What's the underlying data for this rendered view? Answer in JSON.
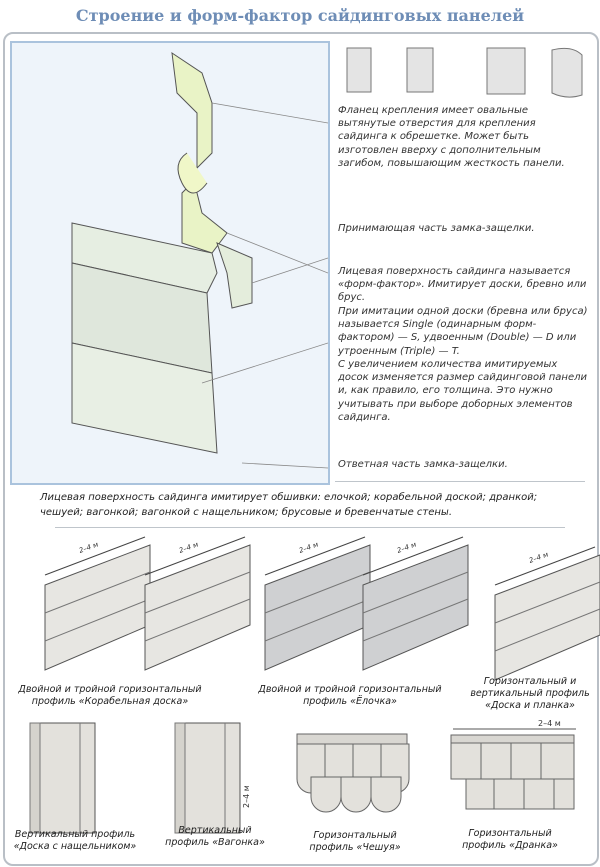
{
  "title": "Строение и форм-фактор сайдинговых панелей",
  "notes": [
    "Фланец крепления имеет овальные вытянутые отверстия для крепления сайдинга к обрешетке. Может быть изготовлен вверху с дополнительным загибом, повышающим жесткость панели.",
    "Принимающая часть замка-защелки.",
    "Лицевая поверхность сайдинга называется «форм-фактор». Имитирует доски, бревно или брус.",
    "При имитации одной доски (бревна или бруса) называется Single (одинарным форм-фактором) — S, удвоенным (Double) — D или утроенным (Triple) — T.",
    "С увеличением количества имитируемых досок изменяется размер сайдинговой панели и, как правило, его толщина. Это нужно учитывать при выборе доборных элементов сайдинга.",
    "Ответная часть замка-защелки."
  ],
  "caption": "Лицевая поверхность сайдинга имитирует обшивки: елочкой; корабельной доской; дранкой; чешуей; вагонкой; вагонкой с нащельником; брусовые и бревенчатые стены.",
  "dimension": "2–4 м",
  "profiles": [
    {
      "line1": "Двойной и тройной горизонтальный",
      "line2": "профиль «Корабельная доска»"
    },
    {
      "line1": "Двойной и тройной горизонтальный",
      "line2": "профиль «Ёлочка»"
    },
    {
      "line1": "Горизонтальный и",
      "line2": "вертикальный профиль",
      "line3": "«Доска и планка»"
    },
    {
      "line1": "Вертикальный профиль",
      "line2": "«Доска с нащельником»"
    },
    {
      "line1": "Вертикальный",
      "line2": "профиль «Вагонка»"
    },
    {
      "line1": "Горизонтальный",
      "line2": "профиль «Чешуя»"
    },
    {
      "line1": "Горизонтальный",
      "line2": "профиль «Дранка»"
    }
  ]
}
